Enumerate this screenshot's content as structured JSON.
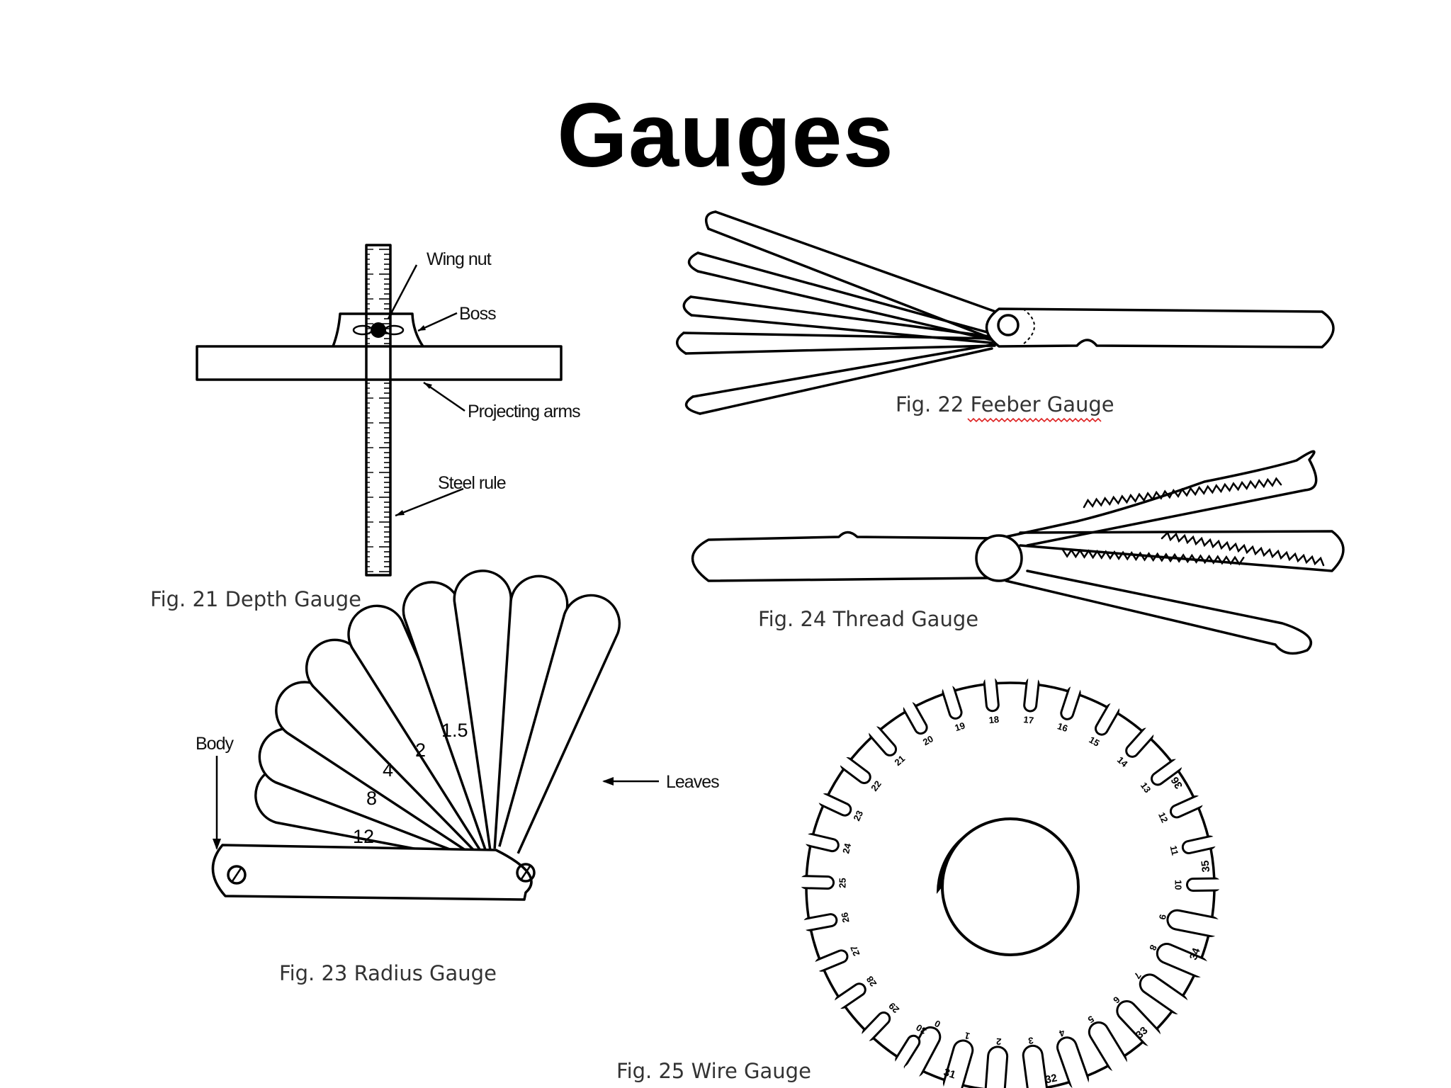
{
  "title": "Gauges",
  "depth_gauge": {
    "caption": "Fig. 21 Depth Gauge",
    "labels": {
      "wing_nut": "Wing nut",
      "boss": "Boss",
      "projecting_arms": "Projecting arms",
      "steel_rule": "Steel rule"
    }
  },
  "feeler_gauge": {
    "caption_prefix": "Fig. 22 ",
    "caption_name": "Feeber  Gauge"
  },
  "radius_gauge": {
    "caption": "Fig. 23 Radius  Gauge",
    "labels": {
      "body": "Body",
      "leaves": "Leaves"
    },
    "leaf_numbers": [
      "12",
      "8",
      "4",
      "2",
      "1.5"
    ]
  },
  "thread_gauge": {
    "caption": "Fig. 24 Thread   Gauge"
  },
  "wire_gauge": {
    "caption": "Fig. 25 Wire Gauge",
    "outer_numbers": [
      "0",
      "1",
      "2",
      "3",
      "4",
      "5",
      "6",
      "7",
      "8",
      "9",
      "10",
      "11",
      "12",
      "13",
      "14",
      "15",
      "16",
      "17",
      "18",
      "19",
      "20",
      "21",
      "22",
      "23",
      "24",
      "25",
      "26",
      "27",
      "28",
      "29",
      "30"
    ],
    "inner_numbers": [
      "31",
      "32",
      "33",
      "34",
      "35",
      "36"
    ]
  }
}
